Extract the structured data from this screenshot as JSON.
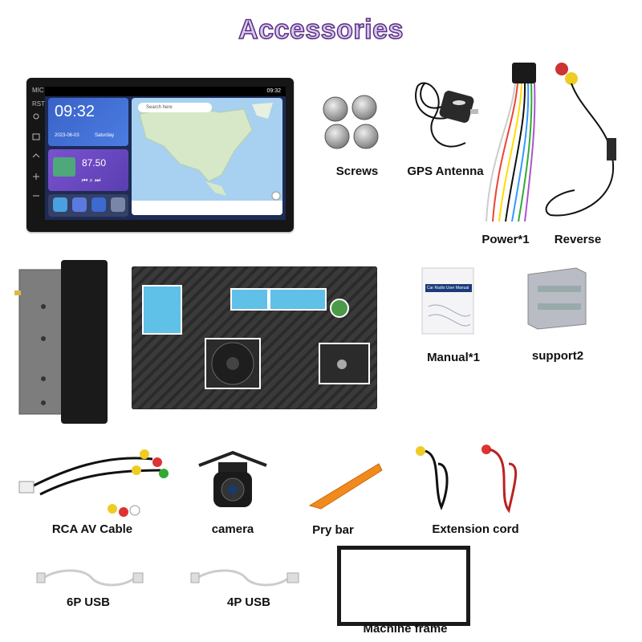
{
  "title": "Accessories",
  "head_unit": {
    "status_time": "09:32",
    "clock_time": "09:32",
    "clock_date": "2023-06-03",
    "clock_day": "Saturday",
    "radio_freq": "87.50",
    "search_placeholder": "Search here",
    "side_labels": [
      "MIC",
      "RST"
    ]
  },
  "items": {
    "screws": "Screws",
    "gps": "GPS Antenna",
    "power": "Power*1",
    "reverse": "Reverse",
    "manual": "Manual*1",
    "manual_cover": "Car Radio User Manual",
    "support": "support2",
    "rca": "RCA AV Cable",
    "camera": "camera",
    "pry": "Pry bar",
    "extension": "Extension cord",
    "usb6": "6P USB",
    "usb4": "4P USB",
    "frame": "Machine frame"
  },
  "colors": {
    "title_fill": "#d8c8f0",
    "title_stroke": "#5a2d82",
    "pry_orange": "#f08a1c"
  }
}
